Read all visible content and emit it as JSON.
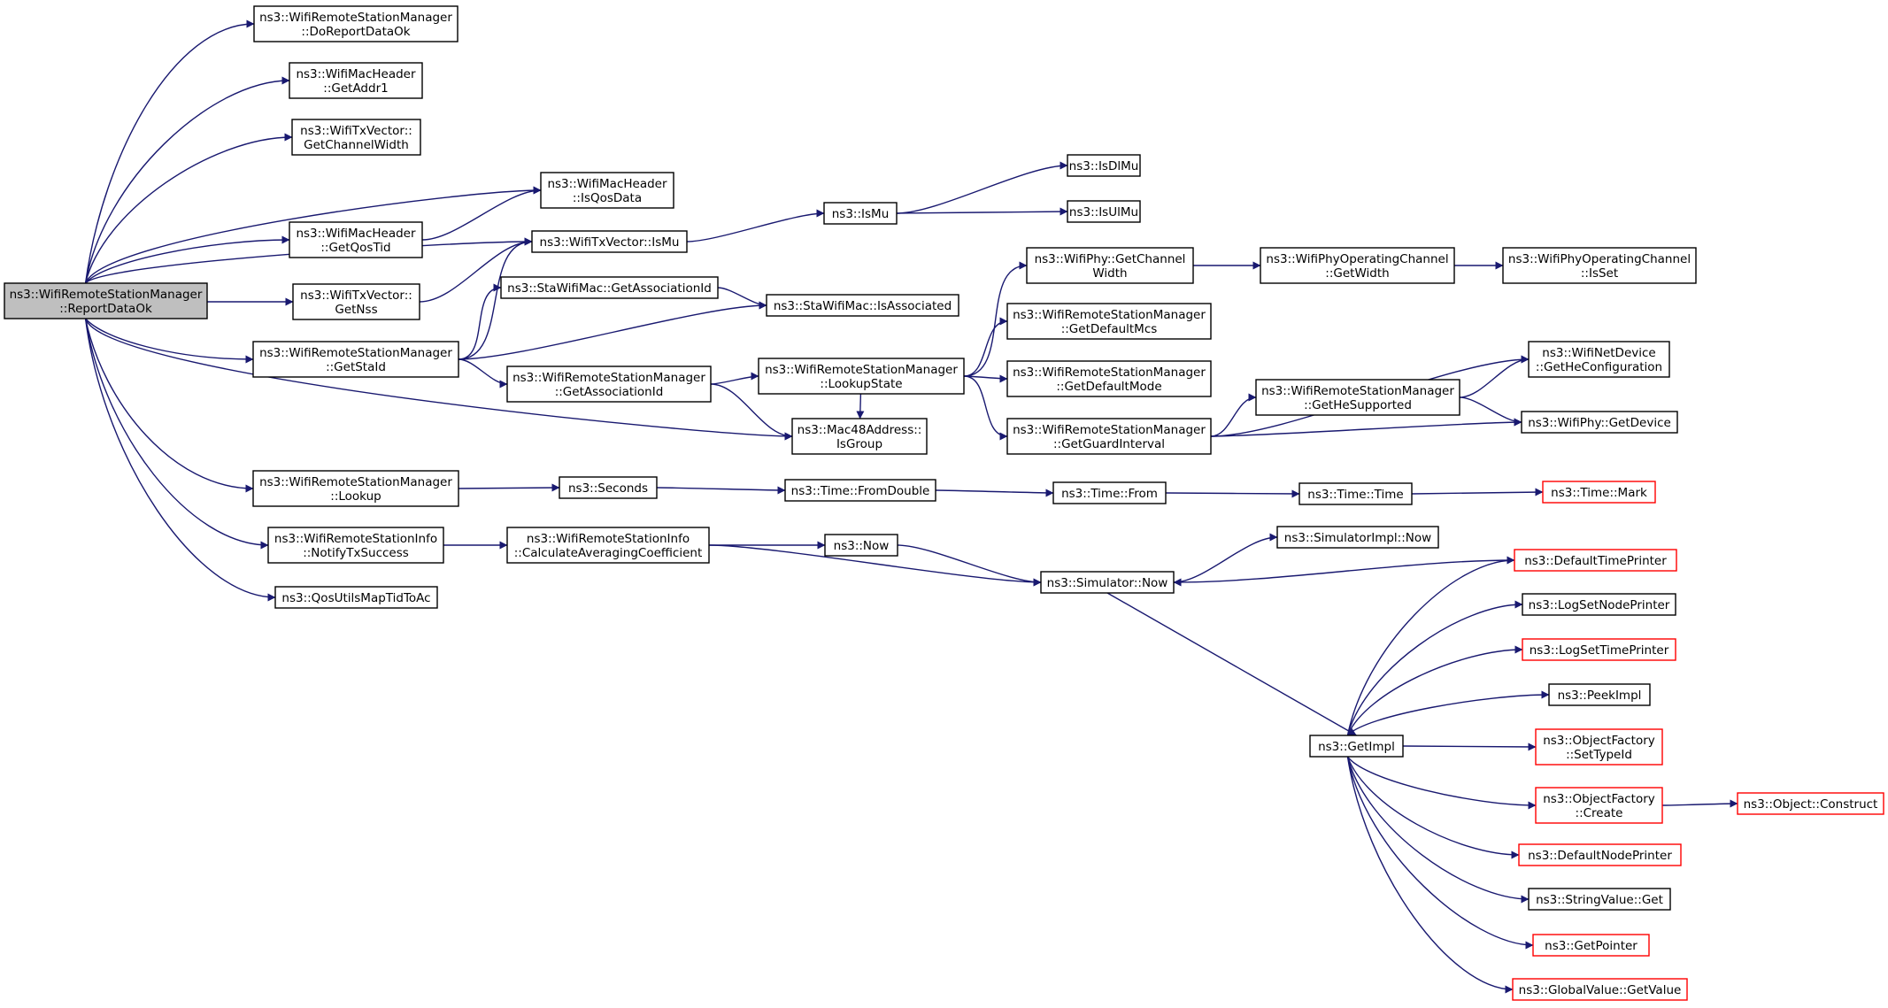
{
  "colors": {
    "edge": "#191970",
    "root_fill": "#bfbfbf",
    "node_fill": "#ffffff",
    "node_border": "#000000",
    "truncated_border": "#ff0000"
  },
  "nodes": [
    {
      "id": "root",
      "lines": [
        "ns3::WifiRemoteStationManager",
        "::ReportDataOk"
      ],
      "style": "root"
    },
    {
      "id": "doReportDataOk",
      "lines": [
        "ns3::WifiRemoteStationManager",
        "::DoReportDataOk"
      ],
      "style": "normal"
    },
    {
      "id": "getAddr1",
      "lines": [
        "ns3::WifiMacHeader",
        "::GetAddr1"
      ],
      "style": "normal"
    },
    {
      "id": "getChannelWidth",
      "lines": [
        "ns3::WifiTxVector::",
        "GetChannelWidth"
      ],
      "style": "normal"
    },
    {
      "id": "isQosData",
      "lines": [
        "ns3::WifiMacHeader",
        "::IsQosData"
      ],
      "style": "normal"
    },
    {
      "id": "getQosTid",
      "lines": [
        "ns3::WifiMacHeader",
        "::GetQosTid"
      ],
      "style": "normal"
    },
    {
      "id": "getNss",
      "lines": [
        "ns3::WifiTxVector::",
        "GetNss"
      ],
      "style": "normal"
    },
    {
      "id": "getStaId",
      "lines": [
        "ns3::WifiRemoteStationManager",
        "::GetStaId"
      ],
      "style": "normal"
    },
    {
      "id": "lookup",
      "lines": [
        "ns3::WifiRemoteStationManager",
        "::Lookup"
      ],
      "style": "normal"
    },
    {
      "id": "notifyTxSuccess",
      "lines": [
        "ns3::WifiRemoteStationInfo",
        "::NotifyTxSuccess"
      ],
      "style": "normal"
    },
    {
      "id": "qosUtilsMapTidToAc",
      "lines": [
        "ns3::QosUtilsMapTidToAc"
      ],
      "style": "normal"
    },
    {
      "id": "txVectorIsMu",
      "lines": [
        "ns3::WifiTxVector::IsMu"
      ],
      "style": "normal"
    },
    {
      "id": "staGetAssociationId",
      "lines": [
        "ns3::StaWifiMac::GetAssociationId"
      ],
      "style": "normal"
    },
    {
      "id": "rsmGetAssociationId",
      "lines": [
        "ns3::WifiRemoteStationManager",
        "::GetAssociationId"
      ],
      "style": "normal"
    },
    {
      "id": "isAssociated",
      "lines": [
        "ns3::StaWifiMac::IsAssociated"
      ],
      "style": "normal"
    },
    {
      "id": "isGroup",
      "lines": [
        "ns3::Mac48Address::",
        "IsGroup"
      ],
      "style": "normal"
    },
    {
      "id": "isMu",
      "lines": [
        "ns3::IsMu"
      ],
      "style": "normal"
    },
    {
      "id": "isDlMu",
      "lines": [
        "ns3::IsDlMu"
      ],
      "style": "normal"
    },
    {
      "id": "isUlMu",
      "lines": [
        "ns3::IsUlMu"
      ],
      "style": "normal"
    },
    {
      "id": "lookupState",
      "lines": [
        "ns3::WifiRemoteStationManager",
        "::LookupState"
      ],
      "style": "normal"
    },
    {
      "id": "phyGetChannelWidth",
      "lines": [
        "ns3::WifiPhy::GetChannel",
        "Width"
      ],
      "style": "normal"
    },
    {
      "id": "getDefaultMcs",
      "lines": [
        "ns3::WifiRemoteStationManager",
        "::GetDefaultMcs"
      ],
      "style": "normal"
    },
    {
      "id": "getDefaultMode",
      "lines": [
        "ns3::WifiRemoteStationManager",
        "::GetDefaultMode"
      ],
      "style": "normal"
    },
    {
      "id": "getGuardInterval",
      "lines": [
        "ns3::WifiRemoteStationManager",
        "::GetGuardInterval"
      ],
      "style": "normal"
    },
    {
      "id": "opChanGetWidth",
      "lines": [
        "ns3::WifiPhyOperatingChannel",
        "::GetWidth"
      ],
      "style": "normal"
    },
    {
      "id": "opChanIsSet",
      "lines": [
        "ns3::WifiPhyOperatingChannel",
        "::IsSet"
      ],
      "style": "normal"
    },
    {
      "id": "getHeSupported",
      "lines": [
        "ns3::WifiRemoteStationManager",
        "::GetHeSupported"
      ],
      "style": "normal"
    },
    {
      "id": "getHeConfiguration",
      "lines": [
        "ns3::WifiNetDevice",
        "::GetHeConfiguration"
      ],
      "style": "normal"
    },
    {
      "id": "phyGetDevice",
      "lines": [
        "ns3::WifiPhy::GetDevice"
      ],
      "style": "normal"
    },
    {
      "id": "seconds",
      "lines": [
        "ns3::Seconds"
      ],
      "style": "normal"
    },
    {
      "id": "fromDouble",
      "lines": [
        "ns3::Time::FromDouble"
      ],
      "style": "normal"
    },
    {
      "id": "timeFrom",
      "lines": [
        "ns3::Time::From"
      ],
      "style": "normal"
    },
    {
      "id": "timeTime",
      "lines": [
        "ns3::Time::Time"
      ],
      "style": "normal"
    },
    {
      "id": "timeMark",
      "lines": [
        "ns3::Time::Mark"
      ],
      "style": "truncated"
    },
    {
      "id": "calcAvgCoeff",
      "lines": [
        "ns3::WifiRemoteStationInfo",
        "::CalculateAveragingCoefficient"
      ],
      "style": "normal"
    },
    {
      "id": "now",
      "lines": [
        "ns3::Now"
      ],
      "style": "normal"
    },
    {
      "id": "simulatorNow",
      "lines": [
        "ns3::Simulator::Now"
      ],
      "style": "normal"
    },
    {
      "id": "simImplNow",
      "lines": [
        "ns3::SimulatorImpl::Now"
      ],
      "style": "normal"
    },
    {
      "id": "defaultTimePrinter",
      "lines": [
        "ns3::DefaultTimePrinter"
      ],
      "style": "truncated"
    },
    {
      "id": "logSetNodePrinter",
      "lines": [
        "ns3::LogSetNodePrinter"
      ],
      "style": "normal"
    },
    {
      "id": "logSetTimePrinter",
      "lines": [
        "ns3::LogSetTimePrinter"
      ],
      "style": "truncated"
    },
    {
      "id": "peekImpl",
      "lines": [
        "ns3::PeekImpl"
      ],
      "style": "normal"
    },
    {
      "id": "ofSetTypeId",
      "lines": [
        "ns3::ObjectFactory",
        "::SetTypeId"
      ],
      "style": "truncated"
    },
    {
      "id": "ofCreate",
      "lines": [
        "ns3::ObjectFactory",
        "::Create"
      ],
      "style": "truncated"
    },
    {
      "id": "objectConstruct",
      "lines": [
        "ns3::Object::Construct"
      ],
      "style": "truncated"
    },
    {
      "id": "defaultNodePrinter",
      "lines": [
        "ns3::DefaultNodePrinter"
      ],
      "style": "truncated"
    },
    {
      "id": "stringValueGet",
      "lines": [
        "ns3::StringValue::Get"
      ],
      "style": "normal"
    },
    {
      "id": "getPointer",
      "lines": [
        "ns3::GetPointer"
      ],
      "style": "truncated"
    },
    {
      "id": "globalValueGetValue",
      "lines": [
        "ns3::GlobalValue::GetValue"
      ],
      "style": "truncated"
    },
    {
      "id": "getImpl",
      "lines": [
        "ns3::GetImpl"
      ],
      "style": "normal"
    }
  ],
  "edges": [
    [
      "root",
      "doReportDataOk"
    ],
    [
      "root",
      "getAddr1"
    ],
    [
      "root",
      "getChannelWidth"
    ],
    [
      "root",
      "isQosData"
    ],
    [
      "root",
      "getQosTid"
    ],
    [
      "root",
      "getNss"
    ],
    [
      "root",
      "getStaId"
    ],
    [
      "root",
      "isGroup"
    ],
    [
      "root",
      "lookup"
    ],
    [
      "root",
      "notifyTxSuccess"
    ],
    [
      "root",
      "qosUtilsMapTidToAc"
    ],
    [
      "root",
      "txVectorIsMu"
    ],
    [
      "getQosTid",
      "isQosData"
    ],
    [
      "getNss",
      "txVectorIsMu"
    ],
    [
      "getStaId",
      "txVectorIsMu"
    ],
    [
      "getStaId",
      "staGetAssociationId"
    ],
    [
      "getStaId",
      "isAssociated"
    ],
    [
      "getStaId",
      "rsmGetAssociationId"
    ],
    [
      "staGetAssociationId",
      "isAssociated"
    ],
    [
      "rsmGetAssociationId",
      "lookupState"
    ],
    [
      "rsmGetAssociationId",
      "isGroup"
    ],
    [
      "txVectorIsMu",
      "isMu"
    ],
    [
      "isMu",
      "isDlMu"
    ],
    [
      "isMu",
      "isUlMu"
    ],
    [
      "lookupState",
      "phyGetChannelWidth"
    ],
    [
      "lookupState",
      "getDefaultMcs"
    ],
    [
      "lookupState",
      "getDefaultMode"
    ],
    [
      "lookupState",
      "getGuardInterval"
    ],
    [
      "lookupState",
      "isGroup"
    ],
    [
      "phyGetChannelWidth",
      "opChanGetWidth"
    ],
    [
      "opChanGetWidth",
      "opChanIsSet"
    ],
    [
      "getGuardInterval",
      "getHeConfiguration"
    ],
    [
      "getGuardInterval",
      "getHeSupported"
    ],
    [
      "getGuardInterval",
      "phyGetDevice"
    ],
    [
      "getHeSupported",
      "getHeConfiguration"
    ],
    [
      "getHeSupported",
      "phyGetDevice"
    ],
    [
      "lookup",
      "seconds"
    ],
    [
      "seconds",
      "fromDouble"
    ],
    [
      "fromDouble",
      "timeFrom"
    ],
    [
      "timeFrom",
      "timeTime"
    ],
    [
      "timeTime",
      "timeMark"
    ],
    [
      "notifyTxSuccess",
      "calcAvgCoeff"
    ],
    [
      "calcAvgCoeff",
      "now"
    ],
    [
      "calcAvgCoeff",
      "simulatorNow"
    ],
    [
      "now",
      "simulatorNow"
    ],
    [
      "simulatorNow",
      "simImplNow"
    ],
    [
      "simulatorNow",
      "getImpl"
    ],
    [
      "defaultTimePrinter",
      "simulatorNow"
    ],
    [
      "getImpl",
      "defaultTimePrinter"
    ],
    [
      "getImpl",
      "logSetNodePrinter"
    ],
    [
      "getImpl",
      "logSetTimePrinter"
    ],
    [
      "getImpl",
      "peekImpl"
    ],
    [
      "getImpl",
      "ofSetTypeId"
    ],
    [
      "getImpl",
      "ofCreate"
    ],
    [
      "getImpl",
      "defaultNodePrinter"
    ],
    [
      "getImpl",
      "stringValueGet"
    ],
    [
      "getImpl",
      "getPointer"
    ],
    [
      "getImpl",
      "globalValueGetValue"
    ],
    [
      "ofCreate",
      "objectConstruct"
    ]
  ]
}
